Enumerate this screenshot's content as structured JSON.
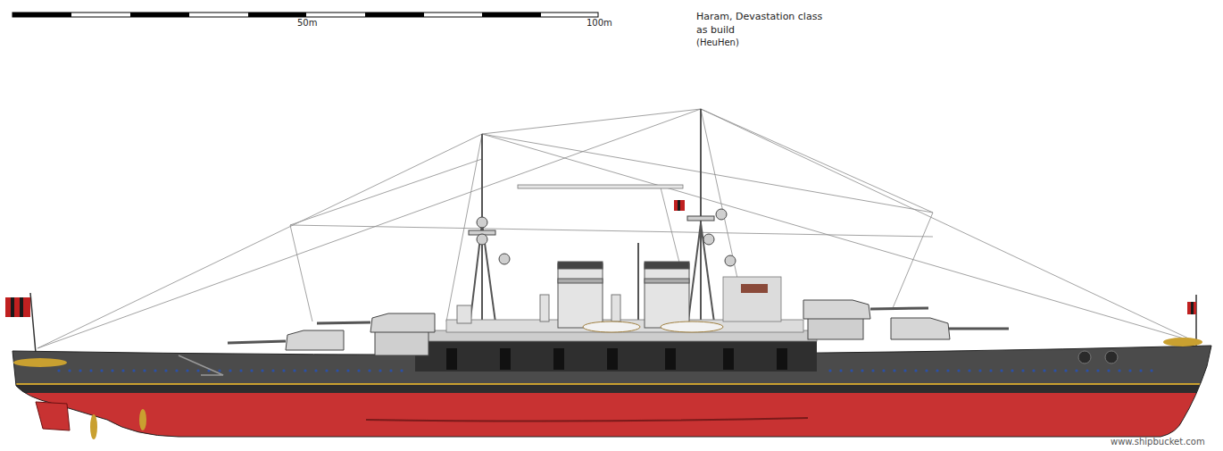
{
  "diagram": {
    "title": "Haram, Devastation class",
    "labels": [
      "50m",
      "100m",
      "as build",
      "(HeuHen)",
      "www.shipbucket.com"
    ]
  }
}
